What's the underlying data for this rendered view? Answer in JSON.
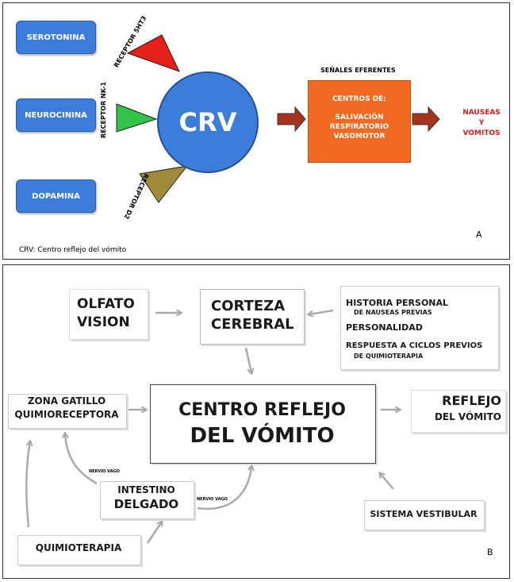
{
  "panel_a": {
    "boxes": {
      "serotonina": "SEROTONINA",
      "neurocinina": "NEUROCININA",
      "dopamina": "DOPAMINA"
    },
    "receptors": {
      "r5ht3": "RECEPTOR 5HT3",
      "rnk1": "RECEPTOR NK-1",
      "rd2": "RECEPTOR D2"
    },
    "crv": "CRV",
    "efferent_label": "SEÑALES EFERENTES",
    "centers": {
      "title": "CENTROS DE:",
      "line1": "SALIVACIÓN",
      "line2": "RESPIRATORIO",
      "line3": "VASOMOTOR"
    },
    "outcome": {
      "line1": "NAUSEAS",
      "line2": "Y",
      "line3": "VOMITOS"
    },
    "footnote": "CRV: Centro reflejo del vómito",
    "letter": "A",
    "colors": {
      "box_blue": "#3b7dd8",
      "receptor_5ht3": "#e8201c",
      "receptor_nk1": "#33c24a",
      "receptor_d2": "#a08b3a",
      "centers_orange": "#f26a21",
      "arrow_brown": "#a6341c",
      "outcome_red": "#d7191c"
    }
  },
  "panel_b": {
    "olfato": "OLFATO",
    "vision": "VISION",
    "corteza1": "CORTEZA",
    "corteza2": "CEREBRAL",
    "historia": "HISTORIA PERSONAL",
    "nauseas_previas": "DE NAUSEAS PREVIAS",
    "personalidad": "PERSONALIDAD",
    "respuesta": "RESPUESTA A CICLOS PREVIOS",
    "quimio_sub": "DE QUIMIOTERAPIA",
    "zona1": "ZONA GATILLO",
    "zona2": "QUIMIORECEPTORA",
    "centro1": "CENTRO REFLEJO",
    "centro2": "DEL VÓMITO",
    "reflejo1": "REFLEJO",
    "reflejo2": "DEL VÓMITO",
    "nervio_vago_1": "NERVIO VAGO",
    "nervio_vago_2": "NERVIO VAGO",
    "intestino1": "INTESTINO",
    "intestino2": "DELGADO",
    "vestibular": "SISTEMA VESTIBULAR",
    "quimioterapia": "QUIMIOTERAPIA",
    "letter": "B"
  }
}
